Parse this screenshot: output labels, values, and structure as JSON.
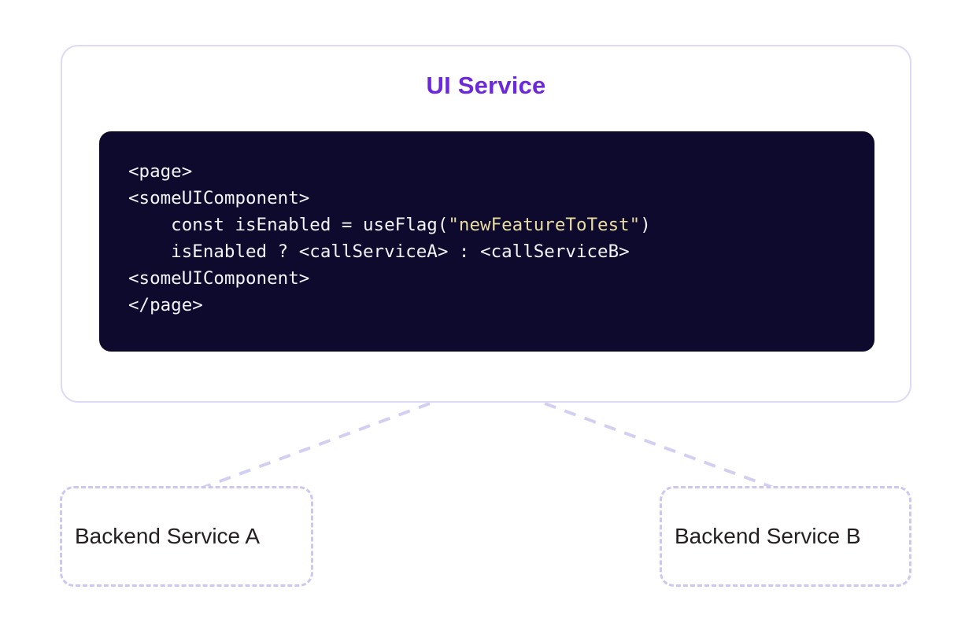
{
  "colors": {
    "background": "#ffffff",
    "container_border": "#ddd9f7",
    "title_purple": "#6d28d9",
    "code_background": "#0d0a2e",
    "code_text": "#f2f2f7",
    "code_string": "#e9dca0",
    "dashed_border": "#ccc8f0",
    "connector": "#d3cff2",
    "label_text": "#231f20"
  },
  "diagram": {
    "type": "architecture-diagram",
    "container": {
      "title": "UI Service",
      "code": {
        "language": "jsx",
        "lines": [
          {
            "indent": 0,
            "tokens": [
              {
                "type": "plain",
                "text": "<page>"
              }
            ]
          },
          {
            "indent": 0,
            "tokens": [
              {
                "type": "plain",
                "text": "<someUIComponent>"
              }
            ]
          },
          {
            "indent": 4,
            "tokens": [
              {
                "type": "plain",
                "text": "const isEnabled = useFlag("
              },
              {
                "type": "string",
                "text": "\"newFeatureToTest\""
              },
              {
                "type": "plain",
                "text": ")"
              }
            ]
          },
          {
            "indent": 4,
            "tokens": [
              {
                "type": "plain",
                "text": "isEnabled ? <callServiceA> : <callServiceB>"
              }
            ]
          },
          {
            "indent": 0,
            "tokens": [
              {
                "type": "plain",
                "text": "<someUIComponent>"
              }
            ]
          },
          {
            "indent": 0,
            "tokens": [
              {
                "type": "plain",
                "text": "</page>"
              }
            ]
          }
        ]
      }
    },
    "nodes": [
      {
        "id": "backend-a",
        "label": "Backend Service A",
        "style": "dashed"
      },
      {
        "id": "backend-b",
        "label": "Backend Service B",
        "style": "dashed"
      }
    ],
    "edges": [
      {
        "from": "ui-service",
        "to": "backend-a",
        "style": "dashed"
      },
      {
        "from": "ui-service",
        "to": "backend-b",
        "style": "dashed"
      }
    ]
  }
}
